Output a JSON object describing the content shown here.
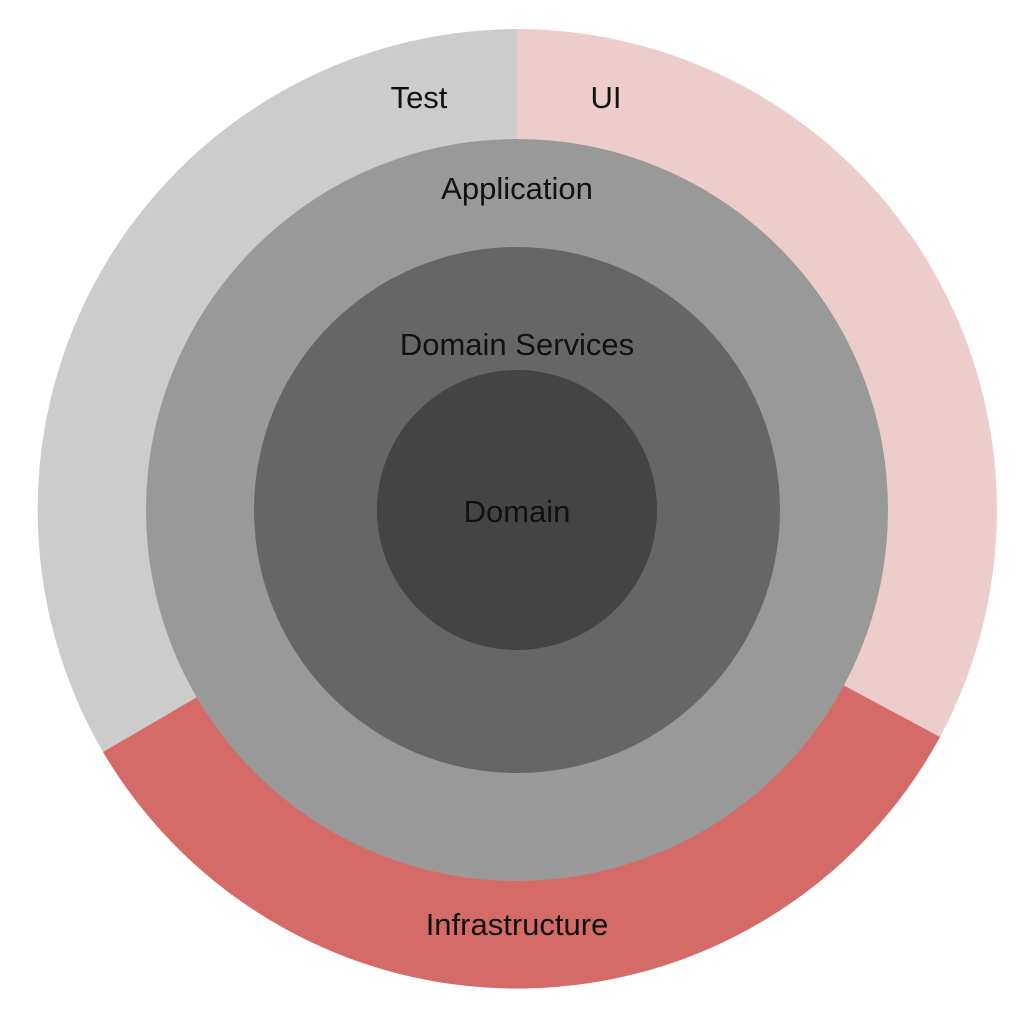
{
  "diagram": {
    "layers": {
      "test": {
        "label": "Test",
        "color": "#cccccc"
      },
      "ui": {
        "label": "UI",
        "color": "#edcdcc"
      },
      "infrastructure": {
        "label": "Infrastructure",
        "color": "#d46b68"
      },
      "application": {
        "label": "Application",
        "color": "#999999"
      },
      "domain_services": {
        "label": "Domain Services",
        "color": "#666666"
      },
      "domain": {
        "label": "Domain",
        "color": "#444444"
      }
    }
  }
}
